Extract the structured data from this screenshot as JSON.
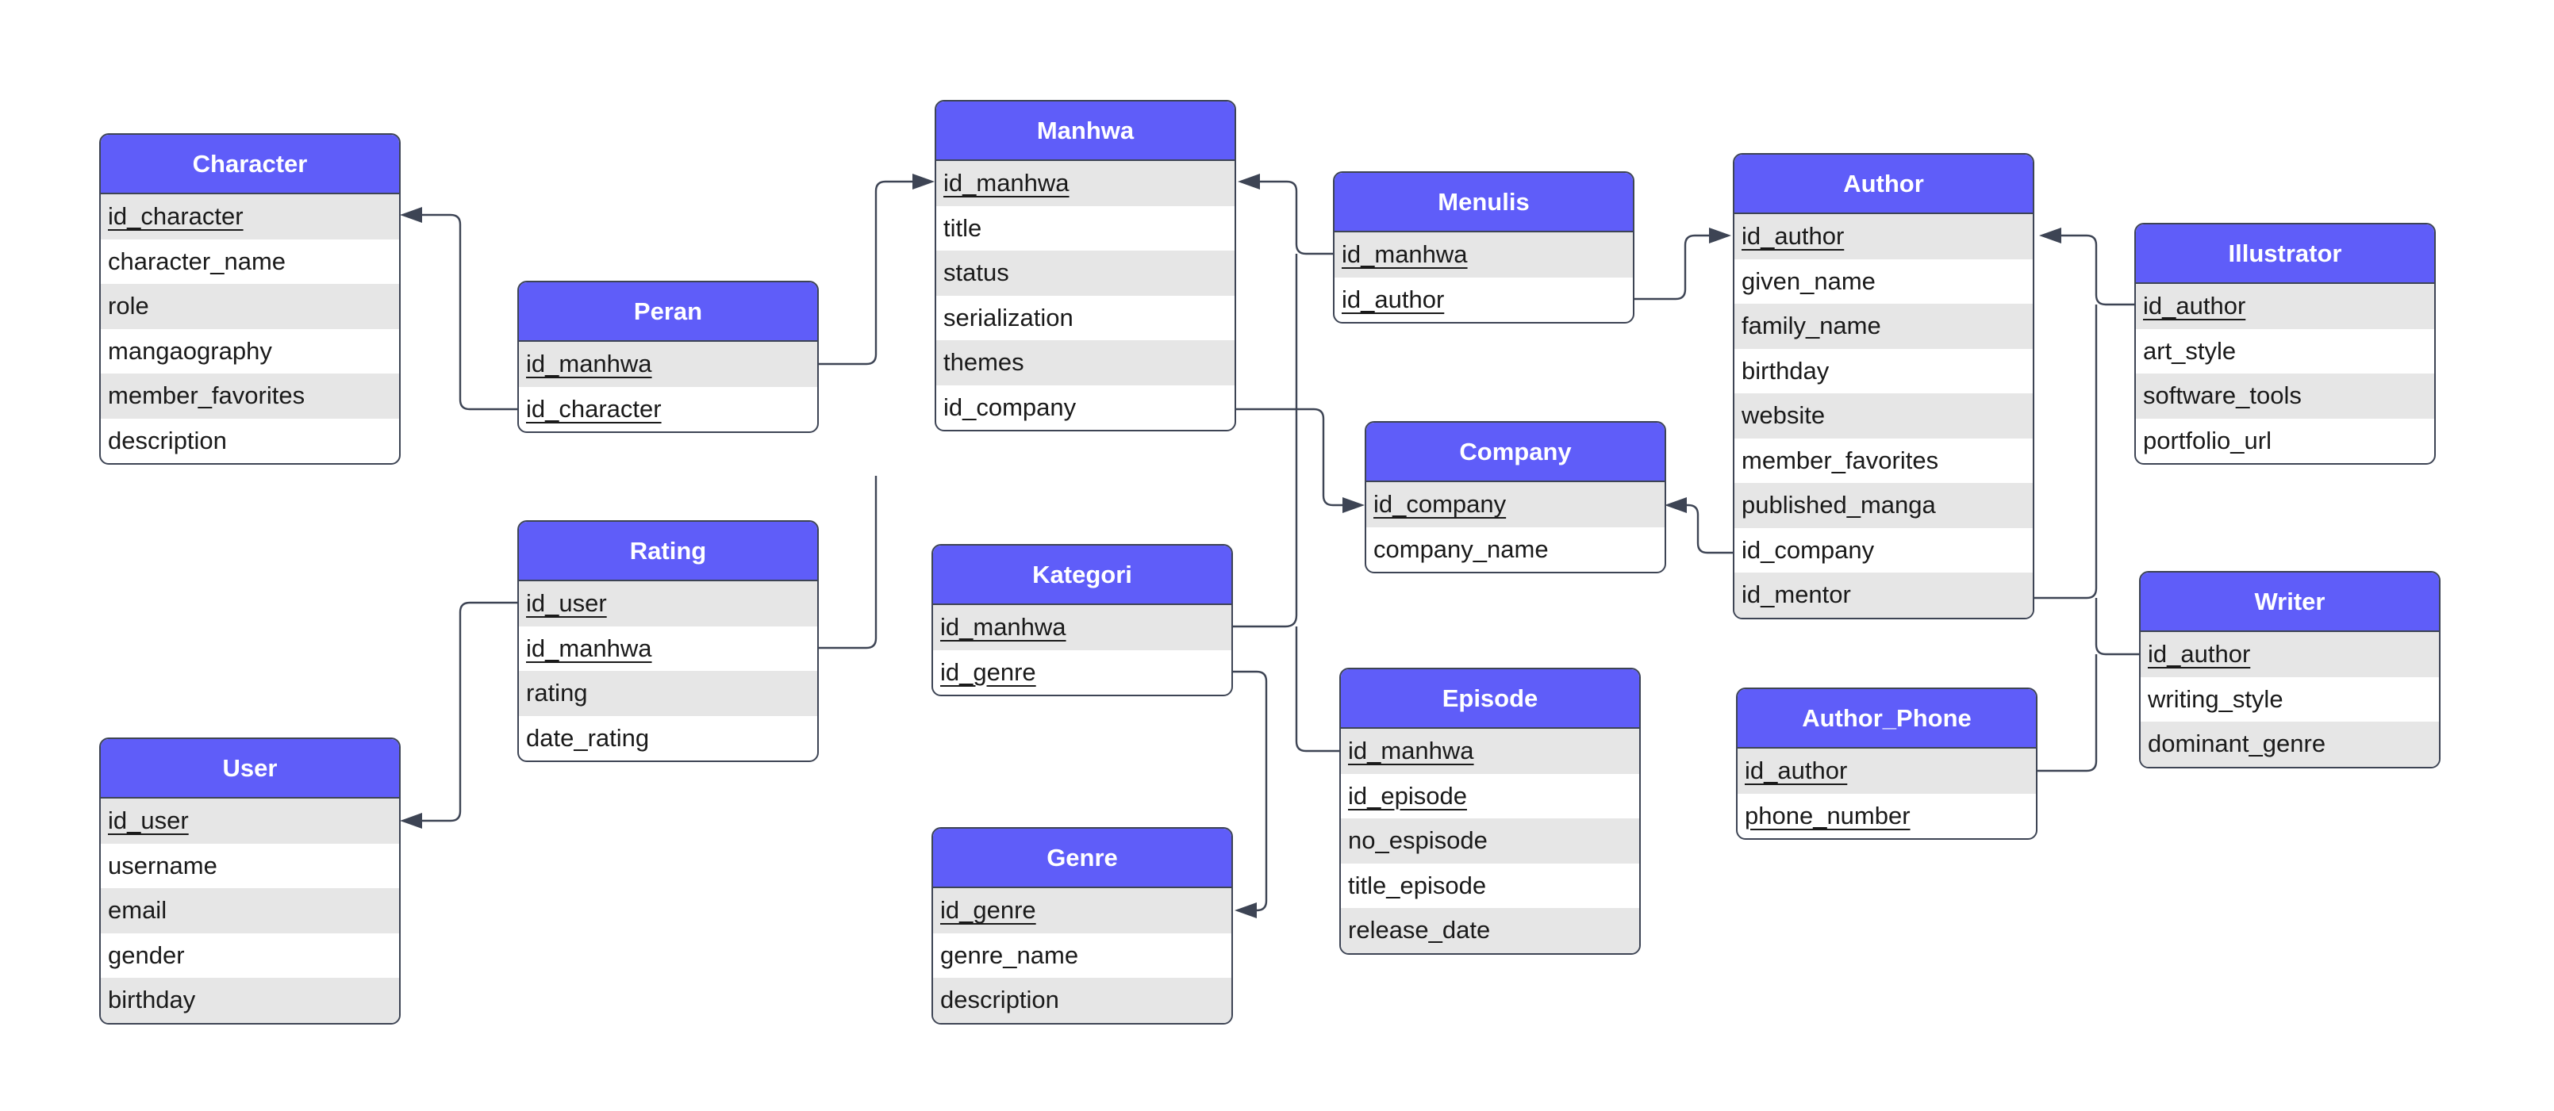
{
  "colors": {
    "header": "#5f5df9",
    "header_text": "#ffffff",
    "stripe": "#e6e6e6",
    "border": "#3d4454",
    "line": "#3d4454"
  },
  "entities": {
    "character": {
      "name": "Character",
      "fields": [
        "id_character",
        "character_name",
        "role",
        "mangaography",
        "member_favorites",
        "description"
      ]
    },
    "peran": {
      "name": "Peran",
      "fields": [
        "id_manhwa",
        "id_character"
      ]
    },
    "manhwa": {
      "name": "Manhwa",
      "fields": [
        "id_manhwa",
        "title",
        "status",
        "serialization",
        "themes",
        "id_company"
      ]
    },
    "menulis": {
      "name": "Menulis",
      "fields": [
        "id_manhwa",
        "id_author"
      ]
    },
    "author": {
      "name": "Author",
      "fields": [
        "id_author",
        "given_name",
        "family_name",
        "birthday",
        "website",
        "member_favorites",
        "published_manga",
        "id_company",
        "id_mentor"
      ]
    },
    "illustrator": {
      "name": "Illustrator",
      "fields": [
        "id_author",
        "art_style",
        "software_tools",
        "portfolio_url"
      ]
    },
    "company": {
      "name": "Company",
      "fields": [
        "id_company",
        "company_name"
      ]
    },
    "rating": {
      "name": "Rating",
      "fields": [
        "id_user",
        "id_manhwa",
        "rating",
        "date_rating"
      ]
    },
    "kategori": {
      "name": "Kategori",
      "fields": [
        "id_manhwa",
        "id_genre"
      ]
    },
    "writer": {
      "name": "Writer",
      "fields": [
        "id_author",
        "writing_style",
        "dominant_genre"
      ]
    },
    "author_phone": {
      "name": "Author_Phone",
      "fields": [
        "id_author",
        "phone_number"
      ]
    },
    "episode": {
      "name": "Episode",
      "fields": [
        "id_manhwa",
        "id_episode",
        "no_espisode",
        "title_episode",
        "release_date"
      ]
    },
    "user": {
      "name": "User",
      "fields": [
        "id_user",
        "username",
        "email",
        "gender",
        "birthday"
      ]
    },
    "genre": {
      "name": "Genre",
      "fields": [
        "id_genre",
        "genre_name",
        "description"
      ]
    }
  }
}
